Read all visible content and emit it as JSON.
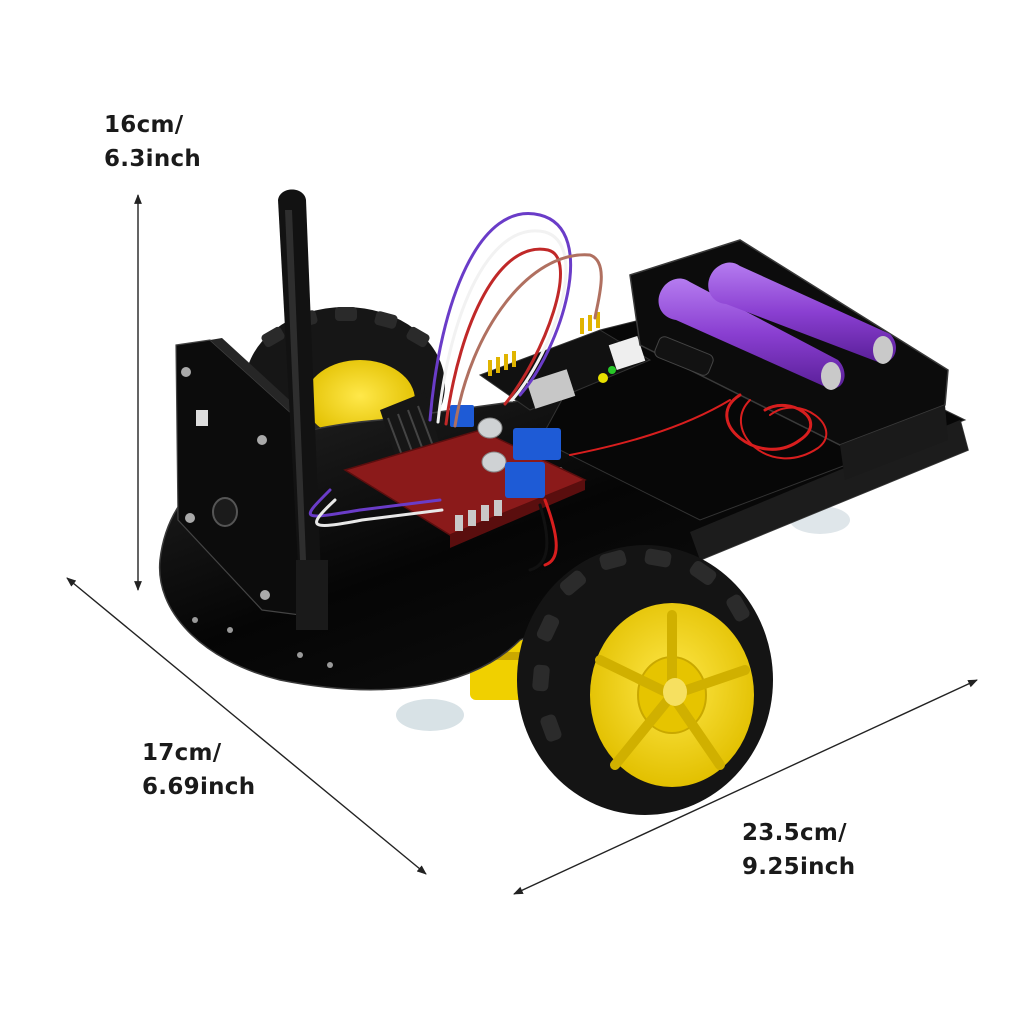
{
  "dimensions": {
    "height": {
      "line1": "16cm/",
      "line2": "6.3inch"
    },
    "width": {
      "line1": "17cm/",
      "line2": "6.69inch"
    },
    "length": {
      "line1": "23.5cm/",
      "line2": "9.25inch"
    }
  },
  "colors": {
    "acrylic_chassis": "#0a0a0a",
    "wheel_hub": "#f2d400",
    "tire": "#151515",
    "battery": "#8a3fd1",
    "pcb": "#8b1a1a",
    "terminal_block": "#1e5bd6",
    "power_board": "#111111",
    "wire_red": "#d81e1e",
    "wire_purple": "#6a3cc8",
    "dimension_line": "#222222"
  }
}
